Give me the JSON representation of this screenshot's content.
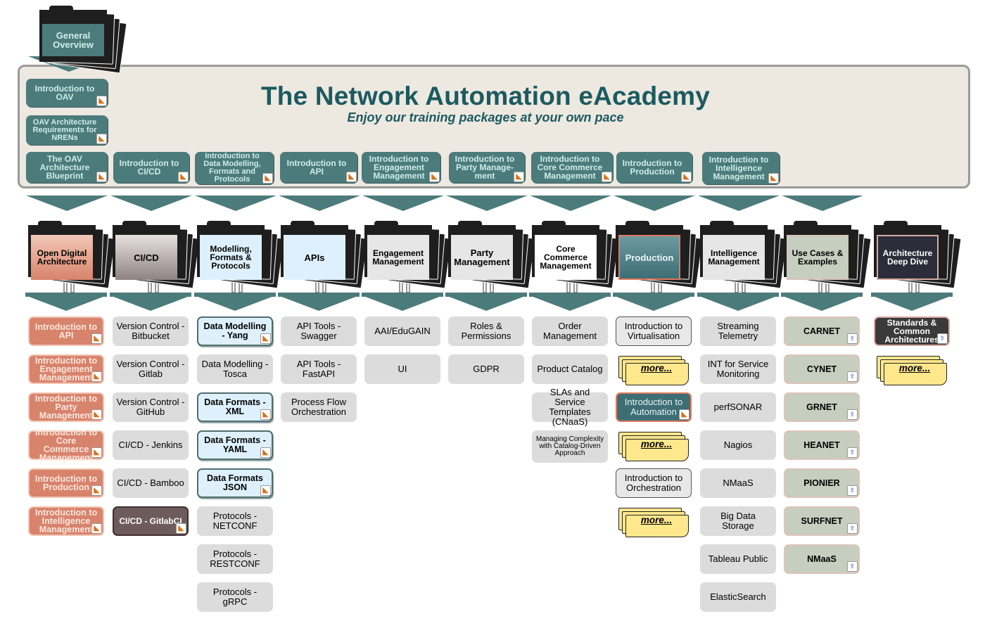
{
  "title": "The Network Automation eAcademy",
  "subtitle": "Enjoy our training packages at your own pace",
  "top_folder": "General Overview",
  "intro_links": [
    "Introduction to OAV",
    "OAV Architecture Requirements for NRENs",
    "The OAV Architecture Blueprint",
    "Introduction to CI/CD",
    "Introduction to Data Modelling, Formats and Protocols",
    "Introduction to API",
    "Introduction to Engagement Management",
    "Introduction to Party Management",
    "Introduction to Core Commerce Management",
    "Introduction to Production",
    "Introduction to Intelligence Management"
  ],
  "intro_display": [
    "Introduction to OAV",
    "OAV Architecture Requirements for NRENs",
    "The OAV Architecture Blueprint",
    "Introduction to CI/CD",
    "Introduction to Data Modelling, Formats and Protocols",
    "Introduction to API",
    "Introduction to Engagement Management",
    "Introduction to Party Manage-ment",
    "Introduction to Core Commerce Management",
    "Introduction to Production",
    "Introduction to Intelligence Management"
  ],
  "columns": [
    {
      "folder": "Open Digital Architecture",
      "color": "#d8836c",
      "items": [
        "Introduction to API",
        "Introduction to Engagement Management",
        "Introduction to Party Management",
        "Introduction to Core Commerce Management",
        "Introduction to Production",
        "Introduction to Intelligence Management"
      ]
    },
    {
      "folder": "CI/CD",
      "color": "#8f8383",
      "items": [
        "Version Control - Bitbucket",
        "Version Control - Gitlab",
        "Version Control - GitHub",
        "CI/CD - Jenkins",
        "CI/CD - Bamboo",
        "CI/CD - GitlabCI"
      ]
    },
    {
      "folder": "Modelling, Formats & Protocols",
      "color": "#def0fb",
      "items": [
        "Data Modelling - Yang",
        "Data Modelling - Tosca",
        "Data Formats - XML",
        "Data Formats - YAML",
        "Data Formats JSON",
        "Protocols - NETCONF",
        "Protocols - RESTCONF",
        "Protocols - gRPC"
      ]
    },
    {
      "folder": "APIs",
      "color": "#def0fb",
      "items": [
        "API Tools - Swagger",
        "API Tools - FastAPI",
        "Process Flow Orchestration"
      ]
    },
    {
      "folder": "Engagement Management",
      "color": "#e6e6e6",
      "items": [
        "AAI/EduGAIN",
        "UI"
      ]
    },
    {
      "folder": "Party Management",
      "color": "#e6e6e6",
      "items": [
        "Roles & Permissions",
        "GDPR"
      ]
    },
    {
      "folder": "Core Commerce Management",
      "color": "#ffffff",
      "items": [
        "Order Management",
        "Product Catalog",
        "SLAs and Service Templates (CNaaS)",
        "Managing Complexity with Catalog-Driven Approach"
      ]
    },
    {
      "folder": "Production",
      "color": "#3e6e75",
      "items": [
        "Introduction to Virtualisation",
        "more...",
        "Introduction to Automation",
        "more...",
        "Introduction to Orchestration",
        "more..."
      ]
    },
    {
      "folder": "Intelligence Management",
      "color": "#e6e6e6",
      "items": [
        "Streaming Telemetry",
        "INT for Service Monitoring",
        "perfSONAR",
        "Nagios",
        "NMaaS",
        "Big Data Storage",
        "Tableau Public",
        "ElasticSearch"
      ]
    },
    {
      "folder": "Use Cases & Examples",
      "color": "#c6cebf",
      "items": [
        "CARNET",
        "CYNET",
        "GRNET",
        "HEANET",
        "PIONIER",
        "SURFNET",
        "NMaaS"
      ]
    },
    {
      "folder": "Architecture Deep Dive",
      "color": "#2c2c3a",
      "items": [
        "Standards & Common Architectures",
        "more..."
      ]
    }
  ],
  "colors": {
    "teal": "#4c7b7b",
    "title": "#1b5a60",
    "banner": "#ede8e0"
  }
}
